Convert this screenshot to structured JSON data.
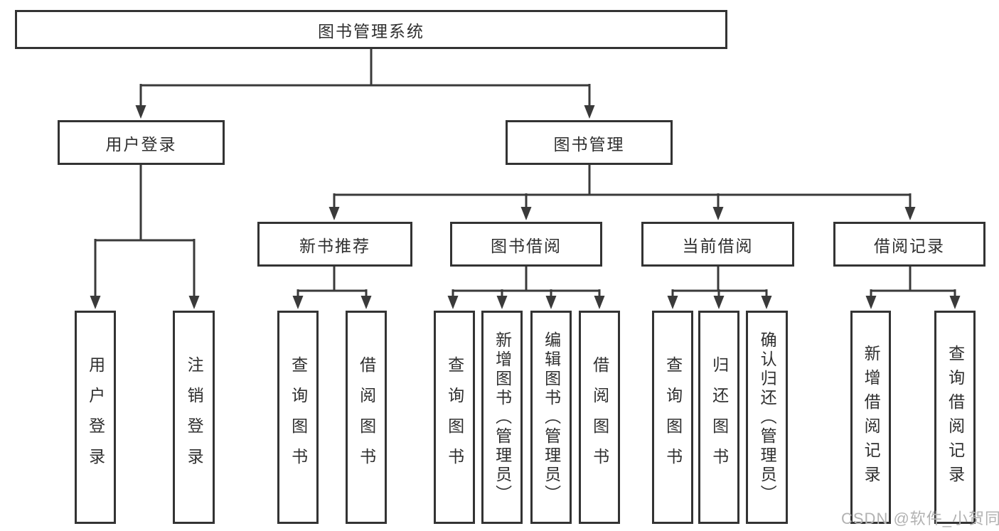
{
  "diagram_title": "图书管理系统",
  "nodes": {
    "root": "图书管理系统",
    "user_login": "用户登录",
    "book_mgmt": "图书管理",
    "new_books": "新书推荐",
    "book_borrow": "图书借阅",
    "current_borrow": "当前借阅",
    "borrow_records": "借阅记录"
  },
  "leaves": {
    "ul_login": "用户登录",
    "ul_logout": "注销登录",
    "nb_query": "查询图书",
    "nb_borrow": "借阅图书",
    "bb_query": "查询图书",
    "bb_add": "新增图书（管理员）",
    "bb_edit": "编辑图书（管理员）",
    "bb_borrow": "借阅图书",
    "cb_query": "查询图书",
    "cb_return": "归还图书",
    "cb_confirm": "确认归还（管理员）",
    "br_add": "新增借阅记录",
    "br_query": "查询借阅记录"
  },
  "watermark": {
    "text": "CSDN @软件_小贺同学"
  },
  "colors": {
    "line": "#3a3a3a",
    "border": "#333333",
    "text": "#2f2f2f",
    "watermark": "#b2b2b2",
    "background": "#ffffff"
  }
}
